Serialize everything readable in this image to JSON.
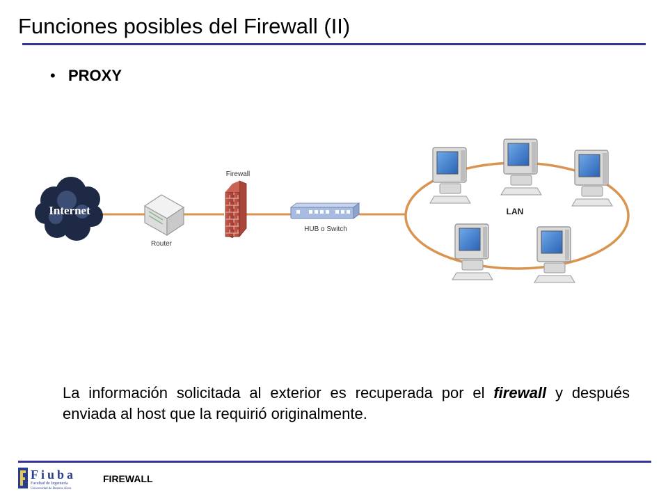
{
  "slide": {
    "title": "Funciones posibles del Firewall (II)",
    "bullet": "PROXY",
    "caption": {
      "before": "La información solicitada al exterior es recuperada por el ",
      "emphasis": "firewall",
      "after": "  y después enviada al host que la requirió originalmente."
    }
  },
  "diagram": {
    "internet_label": "Internet",
    "router_label": "Router",
    "firewall_label": "Firewall",
    "hub_label": "HUB o Switch",
    "lan_label": "LAN"
  },
  "footer": {
    "label": "FIREWALL",
    "logo_word": "Fiuba",
    "logo_line1": "Facultad de Ingeniería",
    "logo_line2": "Universidad de Buenos Aires"
  },
  "colors": {
    "rule": "#333399",
    "link": "#D99550",
    "cloud": "#2E3A55",
    "brick": "#B84A3E",
    "hub": "#9FB3D6",
    "screen": "#3F82D0"
  },
  "icons": [
    "cloud-icon",
    "router-icon",
    "firewall-brick-icon",
    "hub-switch-icon",
    "computer-icon"
  ]
}
